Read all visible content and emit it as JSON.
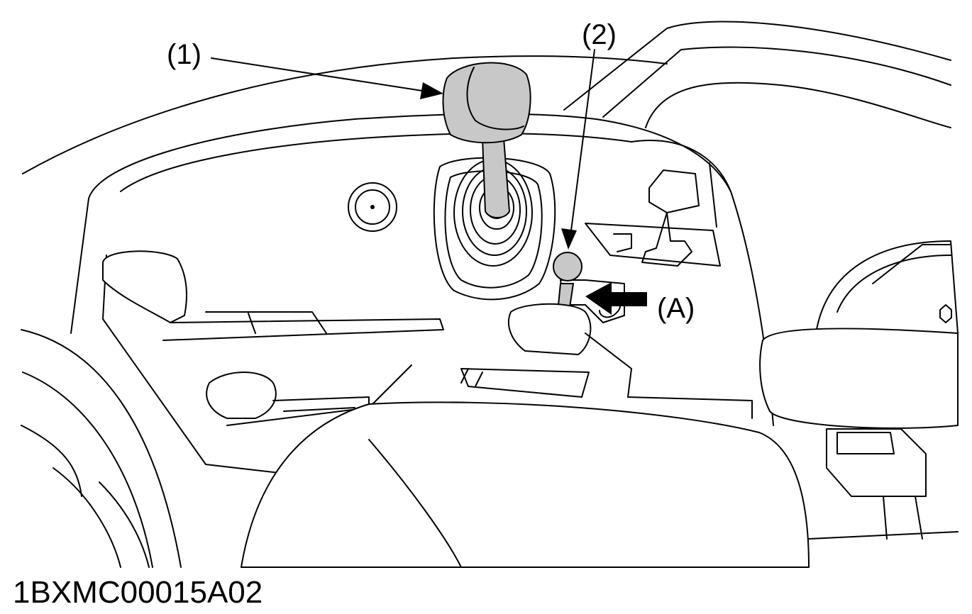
{
  "callouts": {
    "item1": "(1)",
    "item2": "(2)",
    "itemA": "(A)"
  },
  "figure_code": "1BXMC00015A02",
  "colors": {
    "highlight_fill": "#c8c8c8",
    "line": "#000000",
    "background": "#ffffff"
  }
}
